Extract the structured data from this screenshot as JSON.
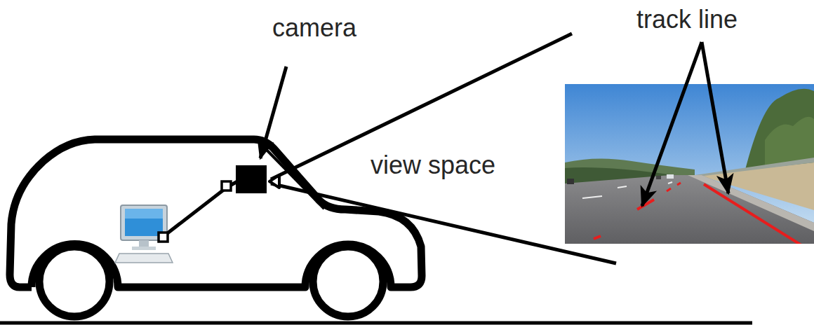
{
  "diagram": {
    "labels": [
      "camera",
      "view space",
      "track line"
    ]
  }
}
